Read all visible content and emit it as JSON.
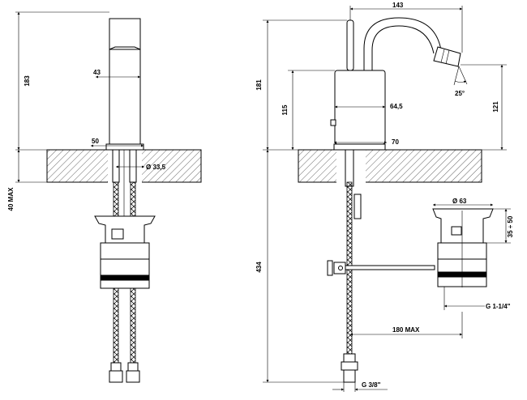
{
  "dimensions": {
    "front_height_total": "183",
    "front_body_width": "43",
    "front_base_width": "50",
    "front_hole_dia": "Ø 33,5",
    "front_deck_max": "40 MAX",
    "side_spout_reach": "143",
    "side_height_total": "181",
    "side_body_height": "115",
    "side_body_dia": "64,5",
    "side_base_dia": "70",
    "side_spout_height": "121",
    "side_angle": "25°",
    "side_hose_length": "434",
    "side_waste_dia": "Ø 63",
    "side_waste_height": "35 ÷ 50",
    "side_waste_thread": "G 1-1/4\"",
    "side_rod_length": "180 MAX",
    "side_hose_thread": "G 3/8\""
  }
}
